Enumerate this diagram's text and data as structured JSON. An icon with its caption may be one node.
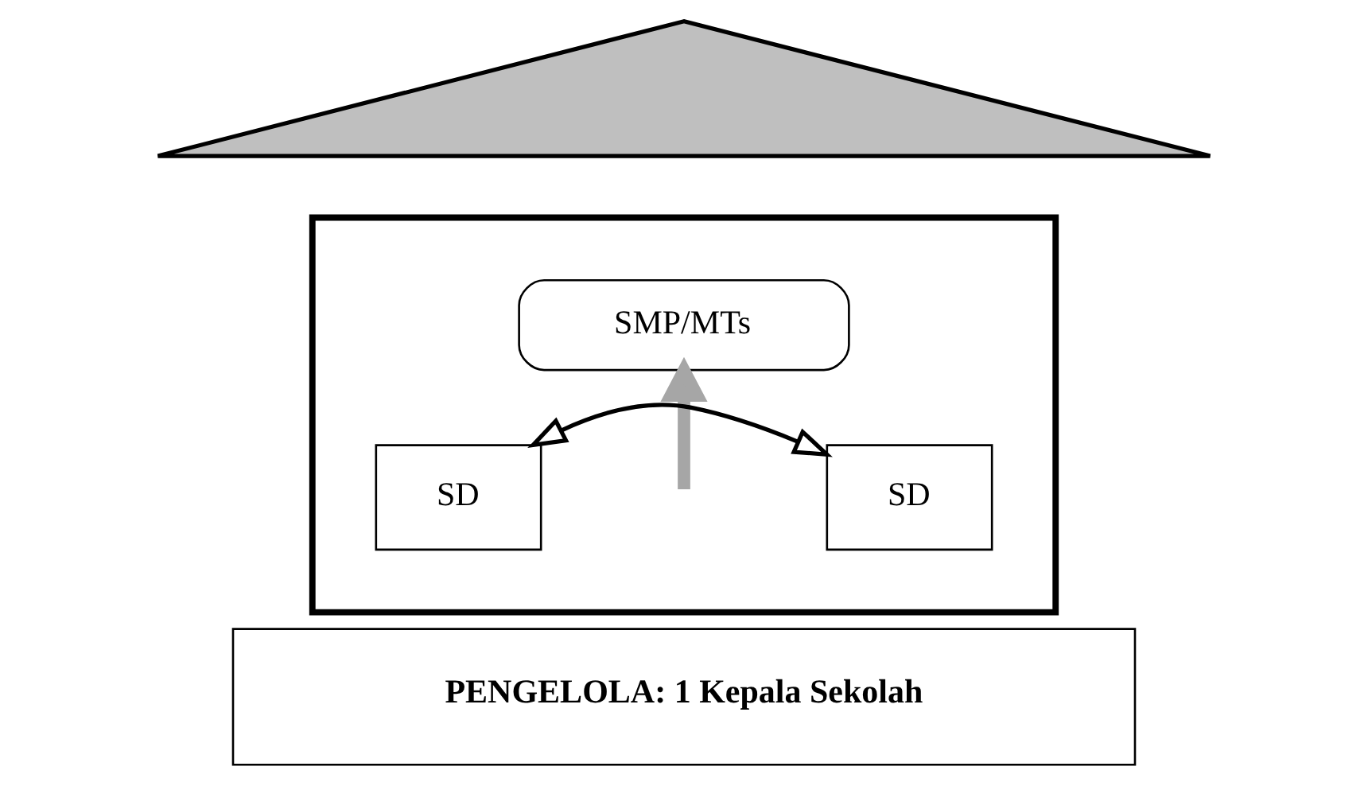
{
  "diagram": {
    "nodes": [
      {
        "text": [],
        "shape": "triangle"
      },
      {
        "text": [],
        "shape": "box"
      },
      {
        "text": [
          "SMP/MTs"
        ],
        "in": 1
      },
      {
        "text": [
          "SD"
        ],
        "in": 1
      },
      {
        "text": [
          "SD"
        ],
        "in": 1
      },
      {
        "text": [
          "PENGELOLA: 1 Kepala Sekolah"
        ]
      }
    ],
    "edges": [
      {
        "from": null,
        "to": 2,
        "arrow": "to",
        "style": "thick",
        "color": "#a6a6a6"
      },
      {
        "from": 3,
        "to": 4,
        "arrow": "both",
        "color": "#000000"
      }
    ]
  }
}
